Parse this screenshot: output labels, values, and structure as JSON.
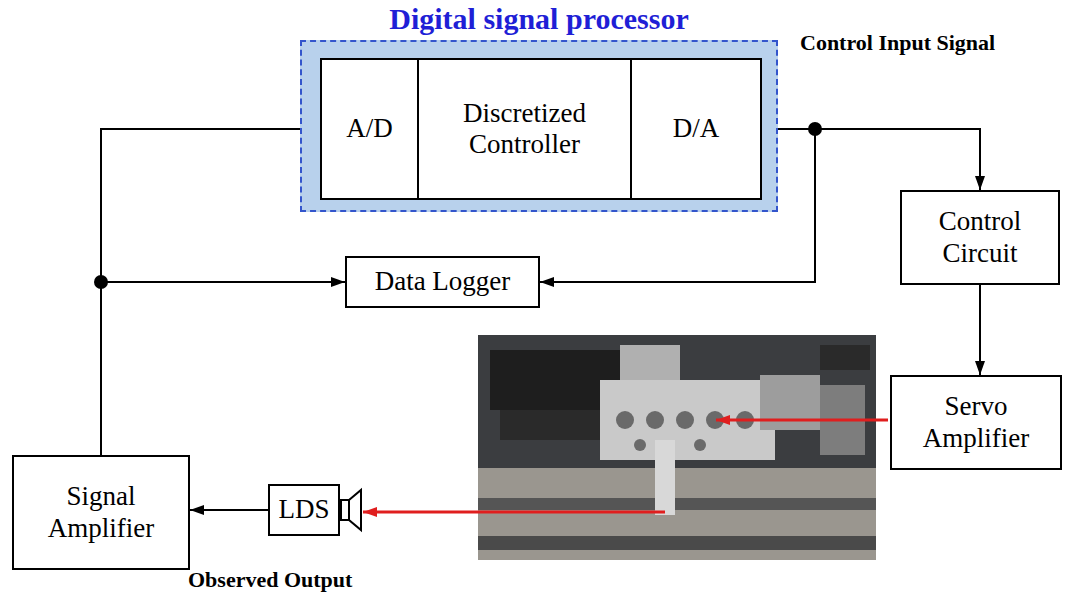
{
  "diagram": {
    "nodes": [
      {
        "text": [
          "Digital signal processor"
        ]
      },
      {
        "text": [
          "A/D"
        ],
        "in": 0
      },
      {
        "text": [
          "Discretized Controller"
        ],
        "in": 0
      },
      {
        "text": [
          "D/A"
        ],
        "in": 0
      },
      {
        "text": [
          "Data Logger"
        ]
      },
      {
        "text": [
          "Control Circuit"
        ]
      },
      {
        "text": [
          "Servo Amplifier"
        ]
      },
      {
        "text": [
          "Signal Amplifier"
        ]
      },
      {
        "text": [
          "LDS"
        ]
      }
    ],
    "edges": [
      {
        "from": 3,
        "to": 5,
        "arrow": "to"
      },
      {
        "from": 3,
        "to": 4,
        "arrow": "to"
      },
      {
        "from": 5,
        "to": 6,
        "arrow": "to"
      },
      {
        "from": 8,
        "to": 7,
        "arrow": "to"
      },
      {
        "from": 7,
        "to": 1,
        "arrow": "to"
      },
      {
        "from": 7,
        "to": 4,
        "arrow": "to"
      }
    ],
    "labels": [
      "Control Input Signal",
      "Observed Output"
    ]
  }
}
